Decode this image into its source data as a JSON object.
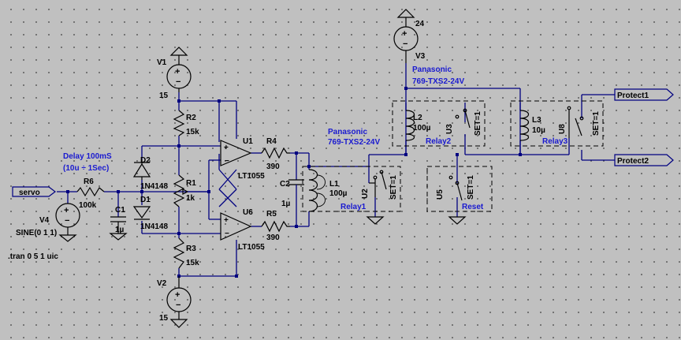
{
  "title": "servo relay protection schematic",
  "nets": {
    "input": "servo",
    "out1": "Protect1",
    "out2": "Protect2"
  },
  "sources": {
    "V1": {
      "name": "V1",
      "value": "15"
    },
    "V2": {
      "name": "V2",
      "value": "15"
    },
    "V3": {
      "name": "V3",
      "value": "24"
    },
    "V4": {
      "name": "V4",
      "value": "SINE(0 1 1)"
    }
  },
  "resistors": {
    "R1": {
      "name": "R1",
      "value": "1k"
    },
    "R2": {
      "name": "R2",
      "value": "15k"
    },
    "R3": {
      "name": "R3",
      "value": "15k"
    },
    "R4": {
      "name": "R4",
      "value": "390"
    },
    "R5": {
      "name": "R5",
      "value": "390"
    },
    "R6": {
      "name": "R6",
      "value": "100k"
    }
  },
  "capacitors": {
    "C1": {
      "name": "C1",
      "value": "1µ"
    },
    "C2": {
      "name": "C2",
      "value": "1µ"
    }
  },
  "diodes": {
    "D1": {
      "name": "D1",
      "value": "1N4148"
    },
    "D2": {
      "name": "D2",
      "value": "1N4148"
    }
  },
  "opamps": {
    "U1": {
      "name": "U1",
      "value": "LT1055"
    },
    "U6": {
      "name": "U6",
      "value": "LT1055"
    }
  },
  "inductors": {
    "L1": {
      "name": "L1",
      "value": "100µ"
    },
    "L2": {
      "name": "L2",
      "value": "100µ"
    },
    "L3": {
      "name": "L3",
      "value": "10µ"
    }
  },
  "switches": {
    "U2": {
      "name": "U2",
      "value": "SET=1"
    },
    "U3": {
      "name": "U3",
      "value": "SET=1"
    },
    "U5": {
      "name": "U5",
      "value": "SET=1"
    },
    "U8": {
      "name": "U8",
      "value": "SET=1"
    }
  },
  "blocks": {
    "relay1": "Relay1",
    "relay2": "Relay2",
    "relay3": "Relay3",
    "reset": "Reset"
  },
  "comments": {
    "delay_line1": "Delay 100mS",
    "delay_line2": "(10u ÷ 1Sec)",
    "maker1": "Panasonic",
    "part1": "769-TXS2-24V",
    "maker2": "Panasonic",
    "part2": "769-TXS2-24V",
    "tran": ".tran 0 5 1 uic"
  }
}
